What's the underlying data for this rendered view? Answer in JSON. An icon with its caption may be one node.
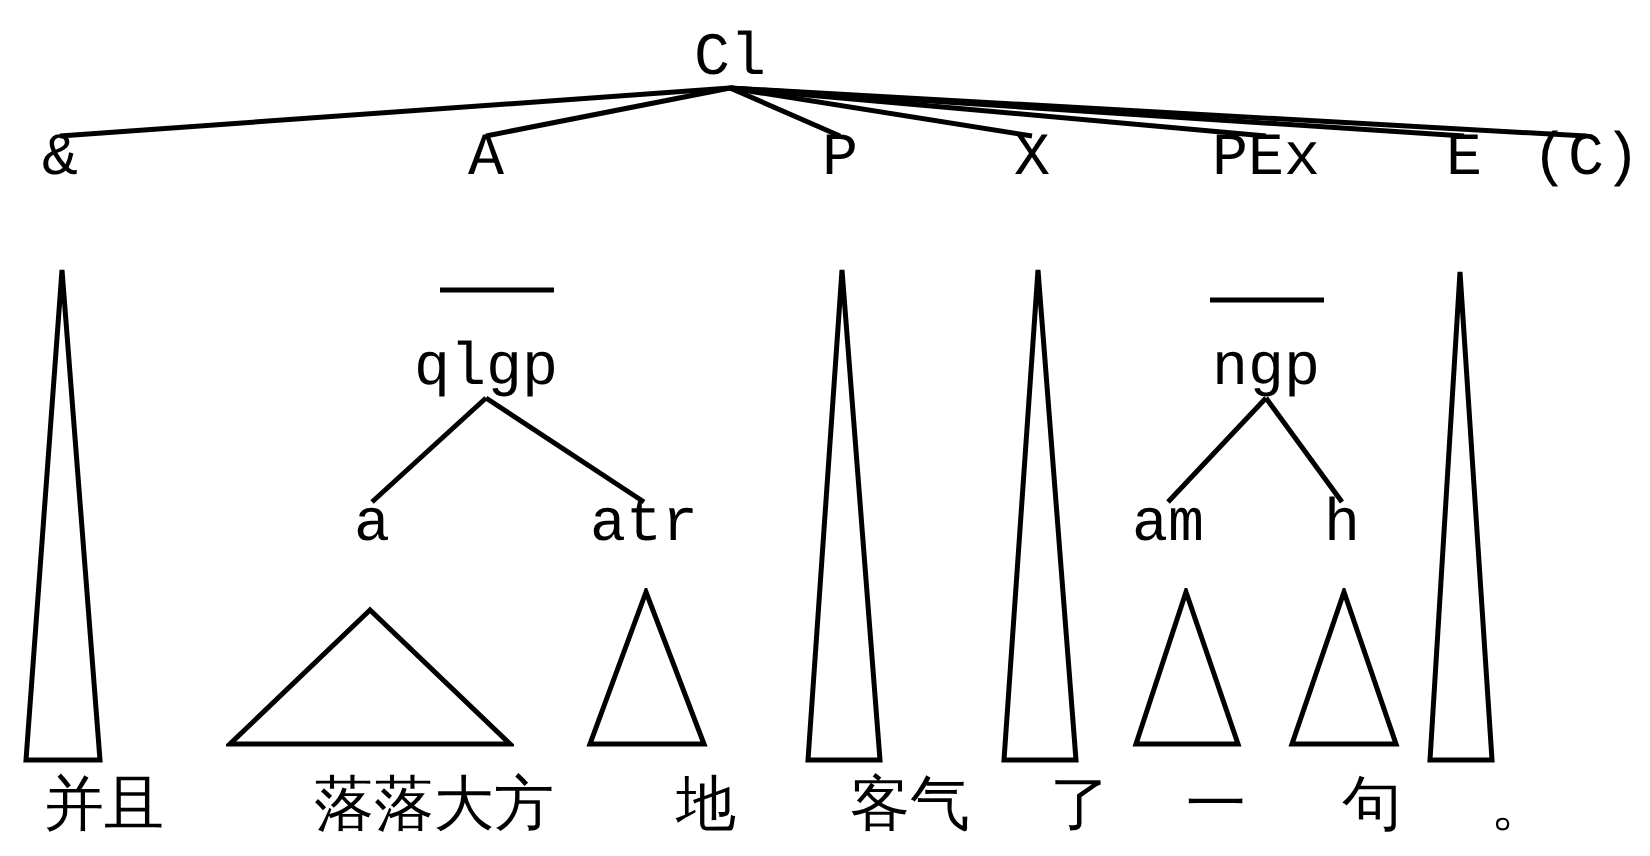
{
  "diagram": {
    "nodes": [
      {
        "text": [
          "Cl"
        ]
      },
      {
        "text": [
          "&"
        ]
      },
      {
        "text": [
          "A"
        ]
      },
      {
        "text": [
          "P"
        ]
      },
      {
        "text": [
          "X"
        ]
      },
      {
        "text": [
          "PEx"
        ]
      },
      {
        "text": [
          "E"
        ]
      },
      {
        "text": [
          "(C)"
        ]
      },
      {
        "text": [
          "qlgp"
        ]
      },
      {
        "text": [
          "ngp"
        ]
      },
      {
        "text": [
          "a"
        ]
      },
      {
        "text": [
          "atr"
        ]
      },
      {
        "text": [
          "am"
        ]
      },
      {
        "text": [
          "h"
        ]
      },
      {
        "text": [],
        "shape": "triangle"
      },
      {
        "text": [],
        "shape": "triangle"
      },
      {
        "text": [],
        "shape": "triangle"
      },
      {
        "text": [],
        "shape": "triangle"
      },
      {
        "text": [],
        "shape": "triangle"
      },
      {
        "text": [],
        "shape": "triangle"
      },
      {
        "text": [],
        "shape": "triangle"
      },
      {
        "text": [],
        "shape": "triangle"
      },
      {
        "text": [
          "并且"
        ]
      },
      {
        "text": [
          "落落大方"
        ]
      },
      {
        "text": [
          "地"
        ]
      },
      {
        "text": [
          "客气"
        ]
      },
      {
        "text": [
          "了"
        ]
      },
      {
        "text": [
          "一"
        ]
      },
      {
        "text": [
          "句"
        ]
      },
      {
        "text": [
          "。"
        ]
      }
    ],
    "edges": [
      {
        "from": 0,
        "to": 1,
        "arrow": "none"
      },
      {
        "from": 0,
        "to": 2,
        "arrow": "none"
      },
      {
        "from": 0,
        "to": 3,
        "arrow": "none"
      },
      {
        "from": 0,
        "to": 4,
        "arrow": "none"
      },
      {
        "from": 0,
        "to": 5,
        "arrow": "none"
      },
      {
        "from": 0,
        "to": 6,
        "arrow": "none"
      },
      {
        "from": 0,
        "to": 7,
        "arrow": "none"
      },
      {
        "from": 8,
        "to": 10,
        "arrow": "none"
      },
      {
        "from": 8,
        "to": 11,
        "arrow": "none"
      },
      {
        "from": 9,
        "to": 12,
        "arrow": "none"
      },
      {
        "from": 9,
        "to": 13,
        "arrow": "none"
      }
    ]
  }
}
